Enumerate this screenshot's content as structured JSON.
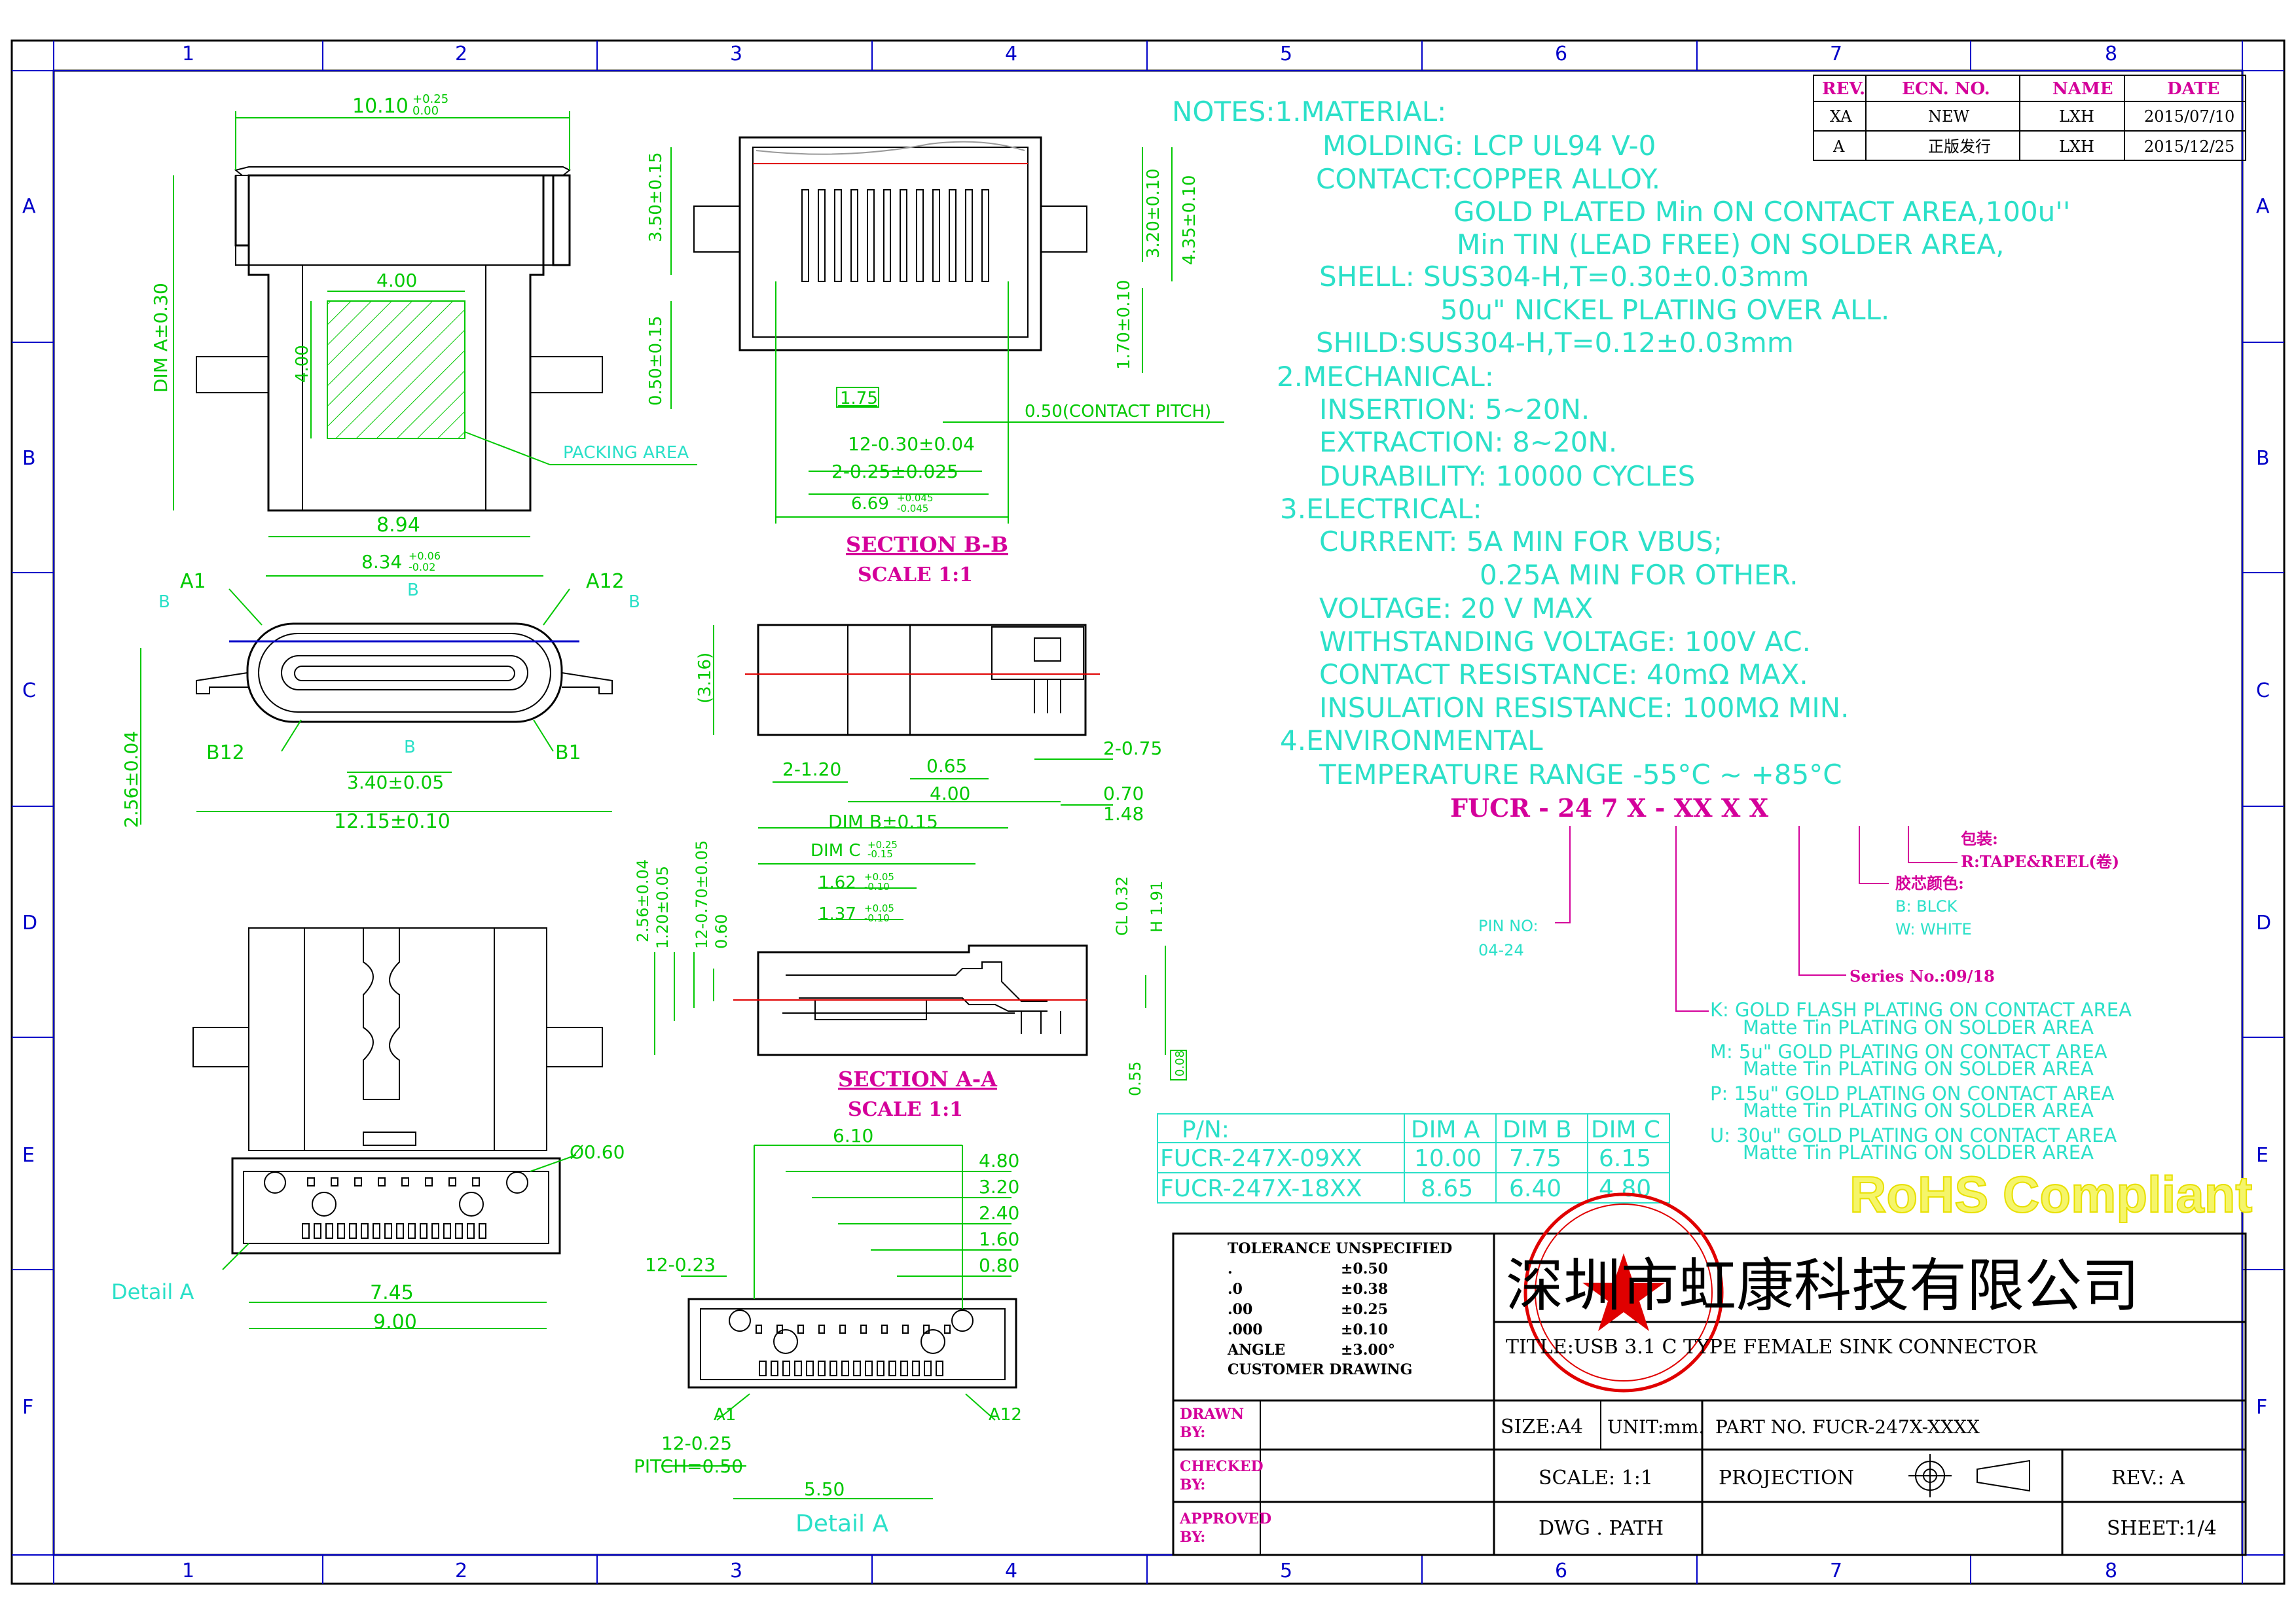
{
  "grid": {
    "cols": [
      "1",
      "2",
      "3",
      "4",
      "5",
      "6",
      "7",
      "8"
    ],
    "rows": [
      "A",
      "B",
      "C",
      "D",
      "E",
      "F"
    ]
  },
  "revisions": {
    "headers": [
      "REV.",
      "ECN. NO.",
      "NAME",
      "DATE"
    ],
    "rows": [
      [
        "XA",
        "NEW",
        "LXH",
        "2015/07/10"
      ],
      [
        "A",
        "正版发行",
        "LXH",
        "2015/12/25"
      ]
    ]
  },
  "notes": [
    "NOTES:1.MATERIAL:",
    "MOLDING: LCP UL94 V-0",
    "CONTACT:COPPER ALLOY.",
    "GOLD PLATED Min ON CONTACT AREA,100u''",
    "Min TIN (LEAD FREE) ON SOLDER AREA,",
    "SHELL: SUS304-H,T=0.30±0.03mm",
    "50u\" NICKEL PLATING OVER ALL.",
    "SHILD:SUS304-H,T=0.12±0.03mm",
    "2.MECHANICAL:",
    "INSERTION: 5~20N.",
    "EXTRACTION: 8~20N.",
    "DURABILITY: 10000 CYCLES",
    "3.ELECTRICAL:",
    "CURRENT: 5A MIN FOR VBUS;",
    "0.25A MIN FOR OTHER.",
    "VOLTAGE: 20 V MAX",
    "WITHSTANDING VOLTAGE: 100V AC.",
    "CONTACT RESISTANCE: 40mΩ MAX.",
    "INSULATION RESISTANCE: 100MΩ MIN.",
    "4.ENVIRONMENTAL",
    "TEMPERATURE RANGE -55°C ~ +85°C"
  ],
  "part_code": {
    "code": "FUCR - 24  7  X  -  XX  X  X",
    "packing_title": "包装:",
    "packing": "R:TAPE&REEL(卷)",
    "color_title": "胶芯颜色:",
    "color_b": "B: BLCK",
    "color_w": "W: WHITE",
    "pin_no": "PIN NO:",
    "pin_vals": "04-24",
    "series": "Series No.:09/18",
    "plating": [
      "K: GOLD FLASH PLATING ON CONTACT AREA",
      "Matte Tin PLATING ON SOLDER AREA",
      "M: 5u\" GOLD PLATING ON CONTACT AREA",
      "Matte Tin PLATING ON SOLDER AREA",
      "P: 15u\" GOLD PLATING ON CONTACT AREA",
      "Matte Tin PLATING ON SOLDER AREA",
      "U: 30u\" GOLD PLATING ON CONTACT AREA",
      "Matte Tin PLATING ON SOLDER AREA"
    ]
  },
  "dim_table": {
    "headers": [
      "P/N:",
      "DIM A",
      "DIM B",
      "DIM C"
    ],
    "rows": [
      [
        "FUCR-247X-09XX",
        "10.00",
        "7.75",
        "6.15"
      ],
      [
        "FUCR-247X-18XX",
        "8.65",
        "6.40",
        "4.80"
      ]
    ]
  },
  "rohs": "RoHS Compliant",
  "title_block": {
    "company": "深圳市虹康科技有限公司",
    "tol_title": "TOLERANCE UNSPECIFIED",
    "tol": [
      [
        ".",
        "±0.50"
      ],
      [
        ".0",
        "±0.38"
      ],
      [
        ".00",
        "±0.25"
      ],
      [
        ".000",
        "±0.10"
      ],
      [
        "ANGLE",
        "±3.00°"
      ]
    ],
    "customer": "CUSTOMER DRAWING",
    "title": "TITLE:USB 3.1 C TYPE FEMALE SINK CONNECTOR",
    "drawn": "DRAWN",
    "checked": "CHECKED",
    "approved": "APPROVED",
    "by": "BY:",
    "size": "SIZE:A4",
    "unit": "UNIT:mm.",
    "part_no": "PART NO. FUCR-247X-XXXX",
    "scale": "SCALE: 1:1",
    "projection": "PROJECTION",
    "rev": "REV.: A",
    "dwg": "DWG . PATH",
    "sheet": "SHEET:1/4"
  },
  "labels": {
    "section_bb": "SECTION B-B",
    "section_aa": "SECTION A-A",
    "scale11": "SCALE 1:1",
    "detail_a": "Detail A",
    "packing_area": "PACKING AREA"
  },
  "dims": {
    "top_w": "10.10",
    "top_w_tol_p": "+0.25",
    "top_w_tol_m": "0.00",
    "pack_w": "4.00",
    "pack_h": "4.00",
    "dim_a": "DIM A±0.30",
    "base_w": "8.94",
    "front_w": "8.34",
    "front_tol_p": "+0.06",
    "front_tol_m": "-0.02",
    "a1": "A1",
    "a12": "A12",
    "b12": "B12",
    "b1": "B1",
    "b": "B",
    "slot_w": "3.40±0.05",
    "tail_w": "12.15±0.10",
    "height": "2.56±0.04",
    "bb_350": "3.50±0.15",
    "bb_050": "0.50±0.15",
    "bb_320": "3.20±0.10",
    "bb_435": "4.35±0.10",
    "bb_170": "1.70±0.10",
    "bb_175": "1.75",
    "bb_pitch": "0.50(CONTACT PITCH)",
    "bb_12": "12-0.30±0.04",
    "bb_2": "2-0.25±0.025",
    "bb_669": "6.69",
    "bb_669_p": "+0.045",
    "bb_669_m": "-0.045",
    "s_316": "(3.16)",
    "s_2120": "2-1.20",
    "s_065": "0.65",
    "s_400": "4.00",
    "s_dimb": "DIM B±0.15",
    "s_2075": "2-0.75",
    "s_070": "0.70",
    "s_148": "1.48",
    "aa_dimc": "DIM C",
    "aa_dimc_p": "+0.25",
    "aa_dimc_m": "-0.15",
    "aa_162": "1.62",
    "aa_162_p": "+0.05",
    "aa_162_m": "-0.10",
    "aa_137": "1.37",
    "aa_137_p": "+0.05",
    "aa_137_m": "-0.10",
    "aa_256": "2.56±0.04",
    "aa_120": "1.20±0.05",
    "aa_1270": "12-0.70±0.05",
    "aa_060": "0.60",
    "aa_cl": "CL 0.32",
    "aa_h": "H 1.91",
    "aa_055": "0.55",
    "aa_flat": "0.08",
    "bot_745": "7.45",
    "bot_900": "9.00",
    "bot_phi": "Ø0.60",
    "d_610": "6.10",
    "d_480": "4.80",
    "d_320": "3.20",
    "d_240": "2.40",
    "d_160": "1.60",
    "d_080": "0.80",
    "d_1223": "12-0.23",
    "d_1225": "12-0.25",
    "d_pitch": "PITCH=0.50",
    "d_550": "5.50"
  }
}
